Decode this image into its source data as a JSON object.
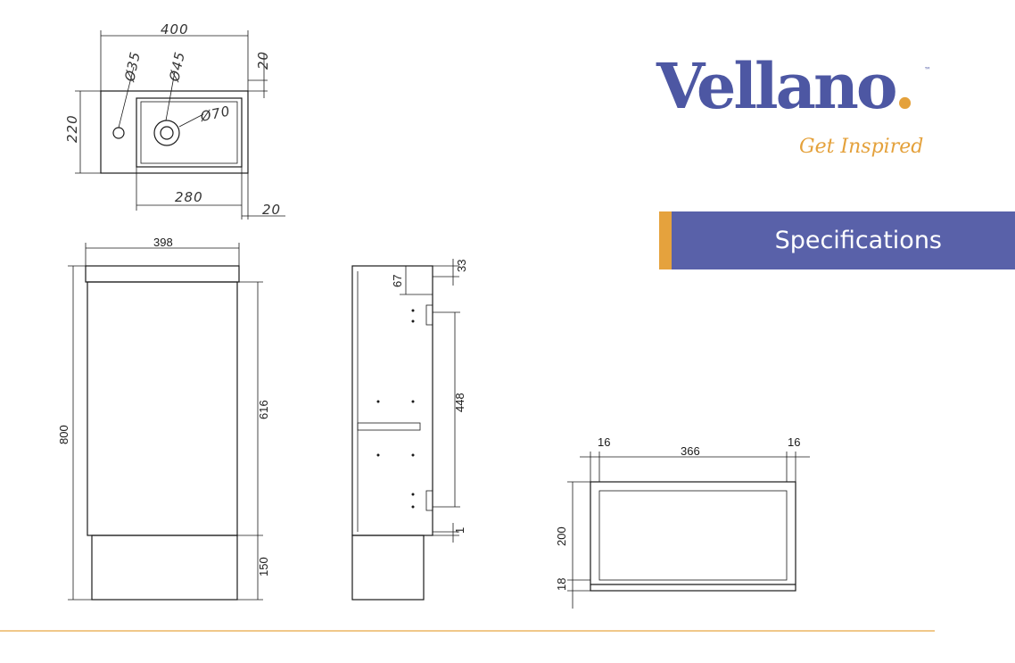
{
  "brand": {
    "name": "Vellano",
    "trademark": "™",
    "tagline": "Get Inspired",
    "colors": {
      "primary": "#4d57a3",
      "accent": "#e4a13b"
    }
  },
  "banner": {
    "title": "Specifications"
  },
  "drawing": {
    "basin_top_view": {
      "overall_width": "400",
      "back_margin": "20",
      "depth": "220",
      "bowl_width": "280",
      "side_margin": "20",
      "tap_hole": "Ø35",
      "waste_hole": "Ø45",
      "waste_flange": "Ø70"
    },
    "front_view": {
      "width": "398",
      "height": "800",
      "door_height": "616",
      "plinth_height": "150"
    },
    "side_view": {
      "top_offset": "33",
      "top_gap": "67",
      "door_span": "448",
      "bottom_gap": "1"
    },
    "plan_view": {
      "left_side": "16",
      "internal_width": "366",
      "right_side": "16",
      "depth": "200",
      "base": "18"
    }
  }
}
